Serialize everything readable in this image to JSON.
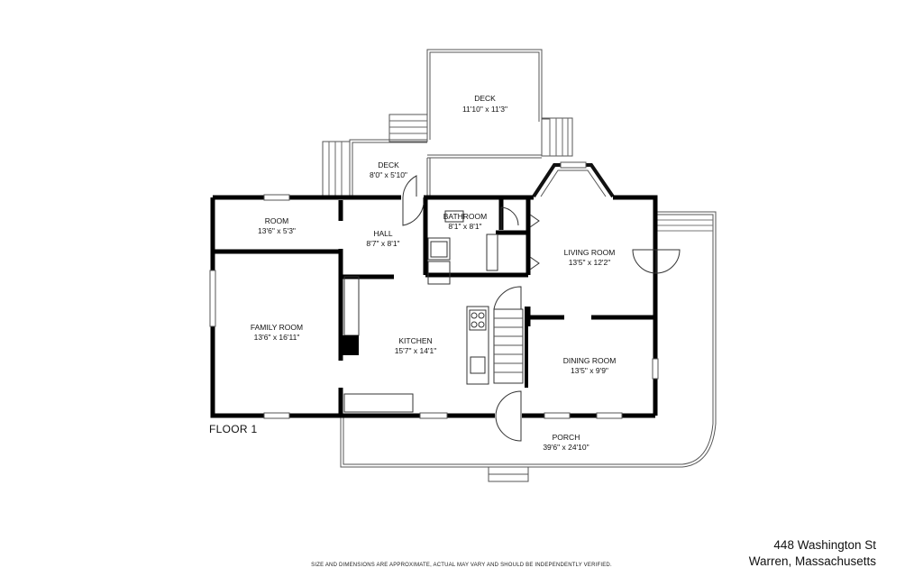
{
  "floor_label": "FLOOR 1",
  "address": {
    "line1": "448 Washington St",
    "line2": "Warren, Massachusetts"
  },
  "disclaimer": "SIZE AND DIMENSIONS ARE APPROXIMATE, ACTUAL MAY VARY AND SHOULD BE INDEPENDENTLY VERIFIED.",
  "rooms": {
    "deck_upper": {
      "name": "DECK",
      "dims": "11'10\" x 11'3\""
    },
    "deck_lower": {
      "name": "DECK",
      "dims": "8'0\" x 5'10\""
    },
    "room": {
      "name": "ROOM",
      "dims": "13'6\" x 5'3\""
    },
    "hall": {
      "name": "HALL",
      "dims": "8'7\" x 8'1\""
    },
    "bathroom": {
      "name": "BATHROOM",
      "dims": "8'1\" x 8'1\""
    },
    "living_room": {
      "name": "LIVING ROOM",
      "dims": "13'5\" x 12'2\""
    },
    "family_room": {
      "name": "FAMILY ROOM",
      "dims": "13'6\" x 16'11\""
    },
    "kitchen": {
      "name": "KITCHEN",
      "dims": "15'7\" x 14'1\""
    },
    "dining_room": {
      "name": "DINING ROOM",
      "dims": "13'5\" x 9'9\""
    },
    "porch": {
      "name": "PORCH",
      "dims": "39'6\" x 24'10\""
    }
  }
}
